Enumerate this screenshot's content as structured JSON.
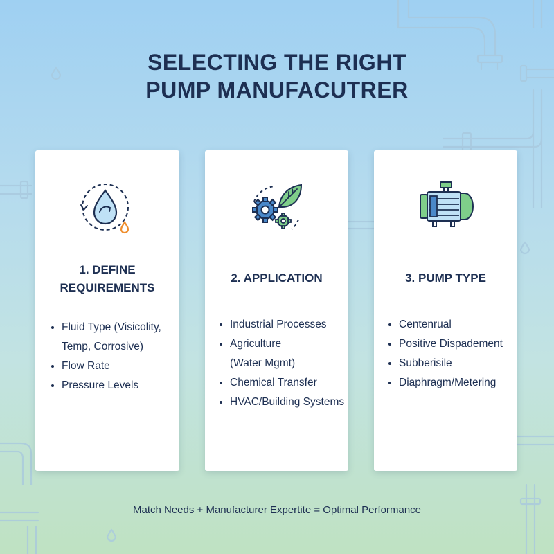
{
  "title": {
    "line1": "SELECTING THE RIGHT",
    "line2": "PUMP MANUFACUTRER"
  },
  "cards": [
    {
      "icon": "fluid-drop-cycle-icon",
      "heading_line1": "1. DEFINE",
      "heading_line2": "REQUIREMENTS",
      "items": [
        {
          "text": "Fluid Type (Visicolity,",
          "cont": "Temp, Corrosive)"
        },
        {
          "text": "Flow Rate"
        },
        {
          "text": "Pressure Levels"
        }
      ]
    },
    {
      "icon": "gears-leaf-icon",
      "heading_line1": "2. APPLICATION",
      "items": [
        {
          "text": "Industrial Processes"
        },
        {
          "text": "Agriculture",
          "cont": "(Water Mgmt)"
        },
        {
          "text": "Chemical Transfer"
        },
        {
          "text": "HVAC/Building Systems"
        }
      ]
    },
    {
      "icon": "pump-motor-icon",
      "heading_line1": "3. PUMP TYPE",
      "items": [
        {
          "text": "Centenrual"
        },
        {
          "text": "Positive Dispadement"
        },
        {
          "text": "Subberisile"
        },
        {
          "text": "Diaphragm/Metering"
        }
      ]
    }
  ],
  "footer": "Match Needs + Manufacturer Expertite = Optimal Performance",
  "colors": {
    "navy": "#1d2f52",
    "icon_blue": "#4a88c9",
    "icon_green": "#7fce8a",
    "icon_orange": "#ef8f2f"
  }
}
